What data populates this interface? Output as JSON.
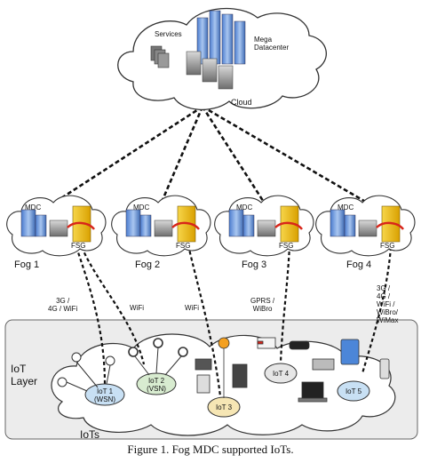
{
  "cloud": {
    "services_label": "Services",
    "mega_datacenter_label": "Mega Datacenter",
    "cloud_label": "Cloud"
  },
  "fogs": [
    {
      "name": "Fog 1",
      "mdc_label": "MDC",
      "fsg_label": "FSG"
    },
    {
      "name": "Fog 2",
      "mdc_label": "MDC",
      "fsg_label": "FSG"
    },
    {
      "name": "Fog 3",
      "mdc_label": "MDC",
      "fsg_label": "FSG"
    },
    {
      "name": "Fog 4",
      "mdc_label": "MDC",
      "fsg_label": "FSG"
    }
  ],
  "links": {
    "l1": "3G /\n4G / WiFi",
    "l2": "WiFi",
    "l3": "WiFi",
    "l4": "GPRS /\nWiBro",
    "l5": "3G /\n4G /\nWiFi /\nWiBro/\nWiMax"
  },
  "iot_layer": {
    "layer_label": "IoT\nLayer",
    "iots_label": "IoTs",
    "nodes": [
      {
        "label": "IoT 1\n(WSN)"
      },
      {
        "label": "IoT 2\n(VSN)"
      },
      {
        "label": "IoT 3"
      },
      {
        "label": "IoT 4"
      },
      {
        "label": "IoT 5"
      }
    ]
  },
  "caption": "Figure 1. Fog MDC supported IoTs.",
  "colors": {
    "server_blue": "#5b8fd6",
    "fsg_yellow": "#f2c31c",
    "fsg_red": "#d8261a",
    "cloud_stroke": "#333333",
    "layer_fill": "#ececec"
  }
}
